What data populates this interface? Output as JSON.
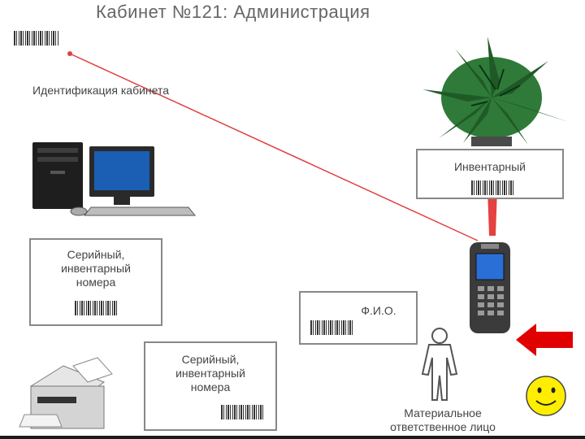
{
  "title": "Кабинет №121: Администрация",
  "room_id_label": "Идентификация кабинета",
  "computer_box": {
    "line1": "Серийный,",
    "line2": "инвентарный",
    "line3": "номера"
  },
  "printer_box": {
    "line1": "Серийный,",
    "line2": "инвентарный",
    "line3": "номера"
  },
  "inventory_box": {
    "label": "Инвентарный"
  },
  "fio_box": {
    "label": "Ф.И.О."
  },
  "person_label": {
    "line1": "Материальное",
    "line2": "ответственное лицо"
  },
  "colors": {
    "laser": "#e02020",
    "arrow": "#e00000",
    "smiley": "#ffee00",
    "plant": "#1f5a26"
  }
}
